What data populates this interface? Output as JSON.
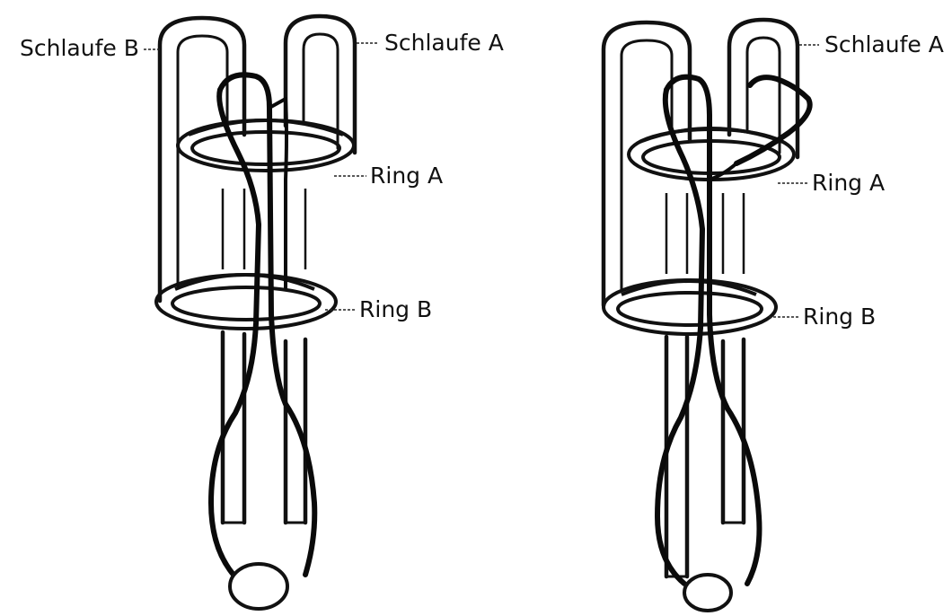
{
  "left_figure": {
    "label_schlaufe_b": "Schlaufe B",
    "label_schlaufe_a": "Schlaufe A",
    "label_ring_a": "Ring A",
    "label_ring_b": "Ring B"
  },
  "right_figure": {
    "label_schlaufe_a": "Schlaufe A",
    "label_ring_a": "Ring A",
    "label_ring_b": "Ring B"
  }
}
